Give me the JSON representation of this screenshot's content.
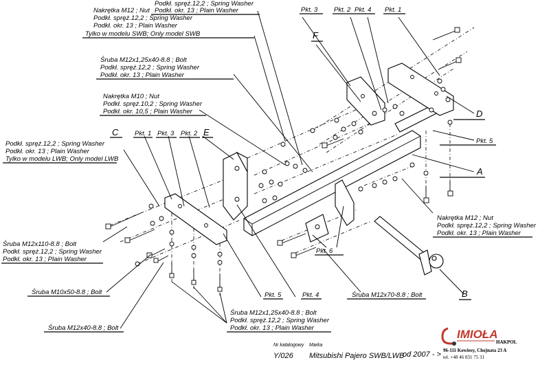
{
  "labels": {
    "nut_m12_top": [
      "Nakrętka M12 ; Nut",
      "Podkł. spręż.12,2 ; Spring Washer",
      "Podkł. okr. 13 ; Plain Washer",
      "Tylko w modelu SWB; Only model SWB"
    ],
    "washers_top": [
      "Podkł. spręż.12,2 ; Spring Washer",
      "Podkł. okr. 13 ; Plain Washer"
    ],
    "bolt_m12x125x40_top": [
      "Śruba M12x1,25x40-8.8 ;  Bolt",
      "Podkł. spręż.12,2 ; Spring Washer",
      "Podkł. okr. 13 ; Plain Washer"
    ],
    "nut_m10": [
      "Nakrętka M10 ; Nut",
      "Podkł. spręż.10,2 ; Spring Washer",
      "Podkł. okr. 10,5 ; Plain Washer"
    ],
    "washers_lwb": [
      "Podkł. spręż.12,2 ; Spring Washer",
      "Podkł. okr. 13 ; Plain Washer",
      "Tylko w modelu LWB; Only model LWB"
    ],
    "bolt_m12x110": [
      "Śruba M12x110-8.8 ;  Bolt",
      "Podkł. spręż.12,2 ; Spring Washer",
      "Podkł. okr. 13 ; Plain Washer"
    ],
    "bolt_m10x50": [
      "Śruba M10x50-8.8 ;  Bolt"
    ],
    "bolt_m12x40": [
      "Śruba M12x40-8.8 ;  Bolt"
    ],
    "bolt_m12x125x40_bottom": [
      "Śruba M12x1,25x40-8.8 ;  Bolt",
      "Podkł. spręż.12,2 ; Spring Washer",
      "Podkł. okr. 13 ; Plain Washer"
    ],
    "bolt_m12x70": [
      "Śruba M12x70-8.8 ;  Bolt"
    ],
    "nut_m12_right": [
      "Nakrętka M12 ; Nut",
      "Podkł. spręż.12,2 ; Spring Washer",
      "Podkł. okr. 13 ; Plain Washer"
    ]
  },
  "tags": {
    "pkt3_top": "Pkt. 3",
    "pkt2_top": "Pkt. 2",
    "pkt4_top": "Pkt. 4",
    "pkt1_top": "Pkt. 1",
    "pkt1_left": "Pkt. 1",
    "pkt3_left": "Pkt. 3",
    "pkt2_left": "Pkt. 2",
    "pkt5_right": "Pkt. 5",
    "pkt6": "Pkt. 6",
    "pkt5_bottom": "Pkt. 5",
    "pkt4_bottom": "Pkt. 4"
  },
  "letters": {
    "F": "F",
    "D": "D",
    "C": "C",
    "E": "E",
    "A": "A",
    "B": "B"
  },
  "footer": {
    "catalog_label": "Nr katalogowy",
    "brand_label": "Marka",
    "catalog_number": "Y/026",
    "model": "Mitsubishi Pajero SWB/LWB",
    "year": "od 2007 - >"
  },
  "company": {
    "name": "IMIOŁA",
    "sub": "HAKPOL",
    "address": "96-111 Kowiesy, Chojnata 23 A",
    "phone": "tel. +48 46 831 75 31",
    "brand_color": "#c0392b"
  }
}
